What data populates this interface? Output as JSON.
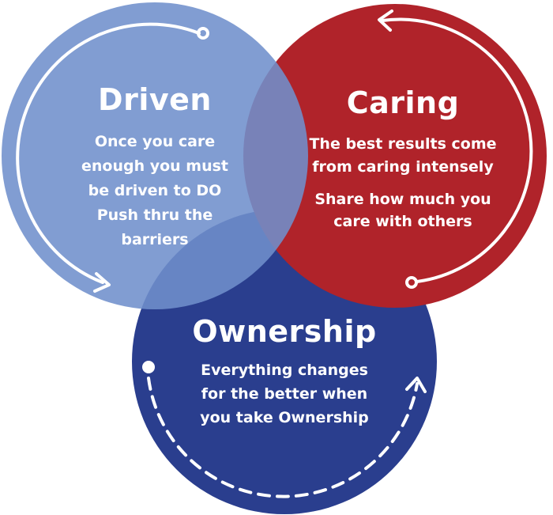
{
  "colors": {
    "driven": "#6f8fcc",
    "caring": "#b0232a",
    "ownership": "#2a3e8e",
    "arrow": "#ffffff"
  },
  "circles": [
    {
      "title": "Driven",
      "lines": [
        "Once you care",
        "enough you must",
        "be driven to DO",
        "Push thru the",
        "barriers"
      ]
    },
    {
      "title": "Caring",
      "lines": [
        "The best results come",
        "from caring intensely",
        "Share how much you",
        "care with others"
      ]
    },
    {
      "title": "Ownership",
      "lines": [
        "Everything changes",
        "for the better when",
        "you take Ownership"
      ]
    }
  ]
}
